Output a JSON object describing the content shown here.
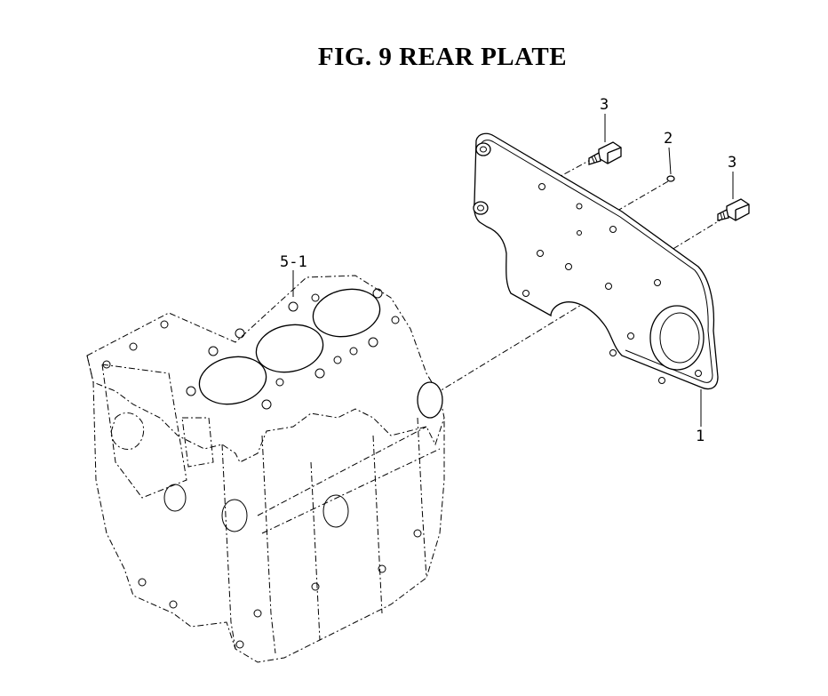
{
  "title": "FIG.  9  REAR PLATE",
  "callouts": [
    {
      "id": "callout-3-top",
      "text": "3"
    },
    {
      "id": "callout-2",
      "text": "2"
    },
    {
      "id": "callout-3-right",
      "text": "3"
    },
    {
      "id": "callout-5-1",
      "text": "5-1"
    },
    {
      "id": "callout-1",
      "text": "1"
    }
  ]
}
